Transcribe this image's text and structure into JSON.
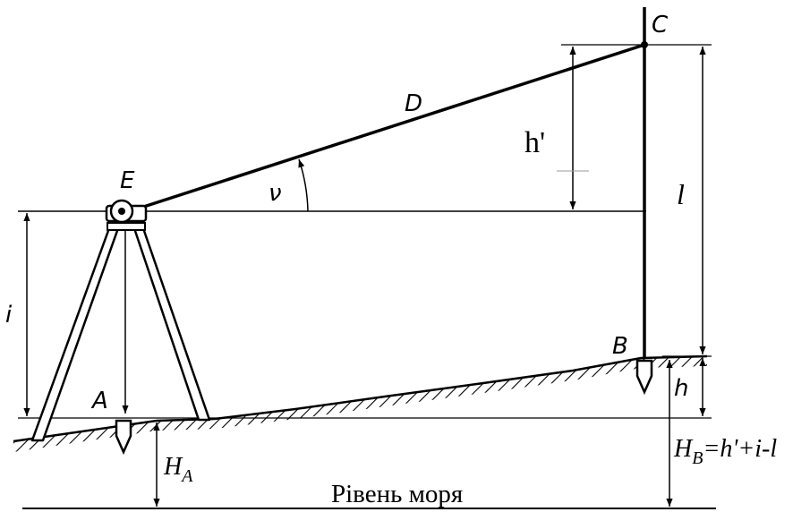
{
  "labels": {
    "point_c": "C",
    "point_e": "E",
    "point_d": "D",
    "point_a": "A",
    "point_b": "B",
    "angle_nu": "ν",
    "h_prime": "h'",
    "rod_length": "l",
    "instrument_height": "i",
    "height_h": "h",
    "ha_main": "H",
    "ha_sub": "A",
    "hb_main": "H",
    "hb_sub": "B",
    "hb_formula": "=h'+i-l",
    "sea_level": "Рівень моря"
  }
}
